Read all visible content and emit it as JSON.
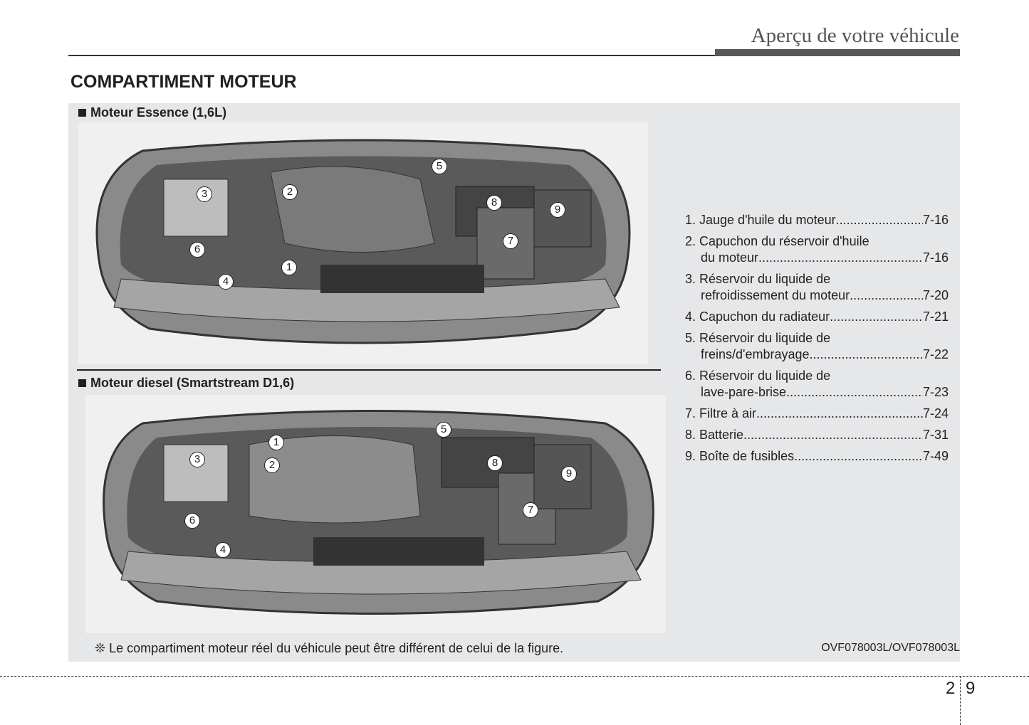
{
  "header": {
    "title": "Aperçu de votre véhicule"
  },
  "section_title": "COMPARTIMENT MOTEUR",
  "petrol": {
    "title": "Moteur Essence (1,6L)",
    "callouts": [
      "3",
      "2",
      "5",
      "8",
      "9",
      "7",
      "6",
      "1",
      "4"
    ]
  },
  "diesel": {
    "title": "Moteur diesel (Smartstream D1,6)",
    "callouts": [
      "1",
      "3",
      "2",
      "5",
      "8",
      "9",
      "7",
      "6",
      "4"
    ]
  },
  "list": [
    {
      "lines": [
        "1. Jauge d'huile du moteur"
      ],
      "page": "7-16"
    },
    {
      "lines": [
        "2. Capuchon du réservoir d'huile",
        "du moteur"
      ],
      "page": "7-16"
    },
    {
      "lines": [
        "3. Réservoir du liquide de",
        "refroidissement du moteur"
      ],
      "page": "7-20"
    },
    {
      "lines": [
        "4. Capuchon du radiateur"
      ],
      "page": "7-21"
    },
    {
      "lines": [
        "5. Réservoir du liquide de",
        "freins/d'embrayage"
      ],
      "page": "7-22"
    },
    {
      "lines": [
        "6. Réservoir du liquide de",
        "lave-pare-brise"
      ],
      "page": "7-23"
    },
    {
      "lines": [
        "7. Filtre à air"
      ],
      "page": "7-24"
    },
    {
      "lines": [
        "8. Batterie"
      ],
      "page": "7-31"
    },
    {
      "lines": [
        "9. Boîte de fusibles"
      ],
      "page": "7-49"
    }
  ],
  "note": "❊ Le compartiment moteur réel du véhicule peut être différent de celui de la figure.",
  "image_code": "OVF078003L/OVF078003L",
  "page_number": {
    "chapter": "2",
    "page": "9"
  }
}
